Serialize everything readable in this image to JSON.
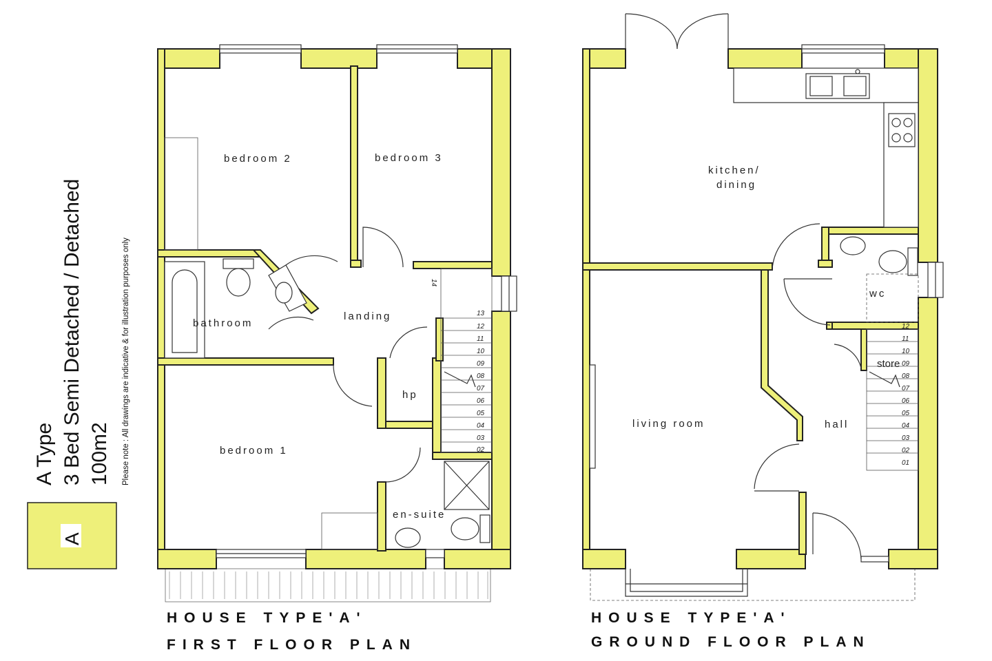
{
  "sidebar": {
    "type_title": "A Type",
    "type_description": "3 Bed Semi Detached / Detached",
    "area": "100m2",
    "note": "Please note : All drawings are indicative & for illustration purposes only",
    "badge_letter": "A"
  },
  "first_floor": {
    "title_line1": "HOUSE TYPE'A'",
    "title_line2": "FIRST FLOOR PLAN",
    "rooms": {
      "bedroom2": "bedroom 2",
      "bedroom3": "bedroom 3",
      "bathroom": "bathroom",
      "landing": "landing",
      "hp": "hp",
      "bedroom1": "bedroom 1",
      "ensuite": "en-suite"
    },
    "stair_numbers": [
      "14",
      "13",
      "12",
      "11",
      "10",
      "09",
      "08",
      "07",
      "06",
      "05",
      "04",
      "03",
      "02"
    ]
  },
  "ground_floor": {
    "title_line1": "HOUSE TYPE'A'",
    "title_line2": "GROUND FLOOR PLAN",
    "rooms": {
      "kitchen_line1": "kitchen/",
      "kitchen_line2": "dining",
      "wc": "wc",
      "store": "store",
      "living": "living room",
      "hall": "hall"
    },
    "stair_numbers": [
      "12",
      "11",
      "10",
      "09",
      "08",
      "07",
      "06",
      "05",
      "04",
      "03",
      "02",
      "01"
    ]
  },
  "colors": {
    "wall_fill": "#eef07a",
    "outline": "#222222",
    "background": "#ffffff"
  }
}
